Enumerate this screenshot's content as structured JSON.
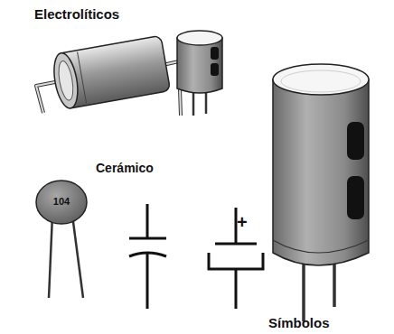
{
  "diagram": {
    "labels": [
      "Electrolíticos",
      "Cerámico",
      "104",
      "+",
      "Símbolos"
    ]
  }
}
